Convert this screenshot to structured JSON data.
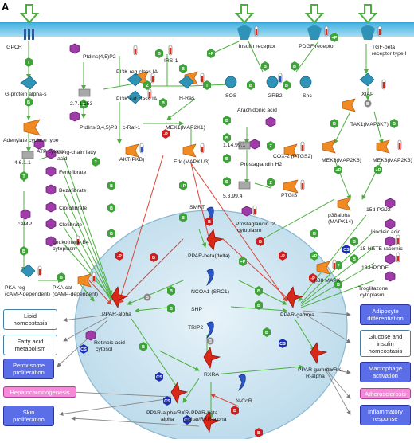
{
  "panel_letter": "A",
  "membrane_proteins": {
    "gpcr": "GPCR",
    "insulin_receptor": "Insulin receptor",
    "pdgf_receptor": "PDGF receptor",
    "tgf_receptor": "TGF-beta receptor type I"
  },
  "nodes": {
    "g_protein": "G-protein alpha-s",
    "adenylate_cyclase": "Adenylate cyclase type I",
    "atp": "ATP cytosol",
    "ec_4611": "4.6.1.1",
    "camp": "cAMP",
    "pka_reg": "PKA-reg (cAMP-dependent)",
    "pka_cat": "PKA-cat (cAMP-dependent)",
    "ptdins_p2": "PtdIns(4,5)P2",
    "ec_27153": "2.7.1.153",
    "ptdins_p3": "PtdIns(3,4,5)P3",
    "pi3k_reg": "PI3K reg class IA",
    "pi3k_cat": "PI3K cat class IA",
    "irs1": "IRS-1",
    "hras": "H-Ras",
    "sos": "SOS",
    "grb2": "GRB2",
    "shc": "Shc",
    "craf": "c-Raf-1",
    "mek1": "MEK1(MAP2K1)",
    "akt": "AKT(PKB)",
    "erk": "Erk (MAPK1/3)",
    "arachidonic": "Arachidonic acid",
    "ec_114991": "1.14.99.1",
    "cox2": "COX-2 (PTGS2)",
    "prostaglandin_h2": "Prostaglandin H2",
    "ec_53994": "5.3.99.4",
    "ptgis": "PTGIS",
    "prostaglandin_i2": "Prostaglandin I2 cytoplasm",
    "xiap": "XIAP",
    "tak1": "TAK1(MAP3K7)",
    "mek6": "MEK6(MAP2K6)",
    "mek3": "MEK3(MAP2K3)",
    "p38alpha": "p38alpha (MAPK14)",
    "p38": "p38 MAPK",
    "long_chain": "Long-chain fatty acid",
    "fenofibrate": "Fenofibrate",
    "bezafibrate": "Bezafibrate",
    "ciprofibrate": "Ciprofibrate",
    "clofibrate": "Clofibrate",
    "leukotriene": "Leukotriene B4 cytoplasm",
    "pgj2": "15d-PGJ2",
    "linoleic": "Linoleic acid",
    "hete": "15-HETE racemic",
    "hpode": "13-HPODE",
    "troglitazone": "Troglitazone cytoplasm",
    "smrt": "SMRT",
    "ppar_beta": "PPAR-beta(delta)",
    "ncoa1": "NCOA1 (SRC1)",
    "shp": "SHP",
    "trip2": "TRIP2",
    "ppar_alpha": "PPAR-alpha",
    "ppar_gamma": "PPAR-gamma",
    "retinoic": "Retinoic acid cytosol",
    "rxra": "RXRA",
    "ncor": "N-CoR",
    "ppar_gamma_rxr": "PPAR-gamma/RXR-alpha",
    "ppar_alpha_rxr": "PPAR-alpha/RXR-alpha",
    "ppar_beta_rxr": "PPAR-beta (delta)/RXR-alpha"
  },
  "processes": {
    "lipid_homeostasis": "Lipid homeostasis",
    "fatty_acid": "Fatty acid metabolism",
    "peroxisome": "Peroxisome proliferation",
    "hepatocarcinogenesis": "Hepatocarcinogenesis",
    "skin": "Skin proliferation",
    "adipocyte": "Adipocyte differentiation",
    "glucose": "Glucose and insulin homeostasis",
    "macrophage": "Macrophage activation",
    "atherosclerosis": "Atherosclerosis",
    "inflammatory": "Inflammatory response"
  },
  "colors": {
    "membrane": "#6cc7ec",
    "nucleus": "#cfe6f2",
    "green_arrow": "#4caf3f",
    "red_arrow": "#d8453a",
    "node_green": "#3fa33a",
    "node_red": "#cc2020",
    "node_blue": "#1b2fb0",
    "orange_kinase": "#f08a22",
    "purple_ligand": "#9f3ca8",
    "receptor_blue": "#2f93b8",
    "tf_red": "#d82818"
  }
}
